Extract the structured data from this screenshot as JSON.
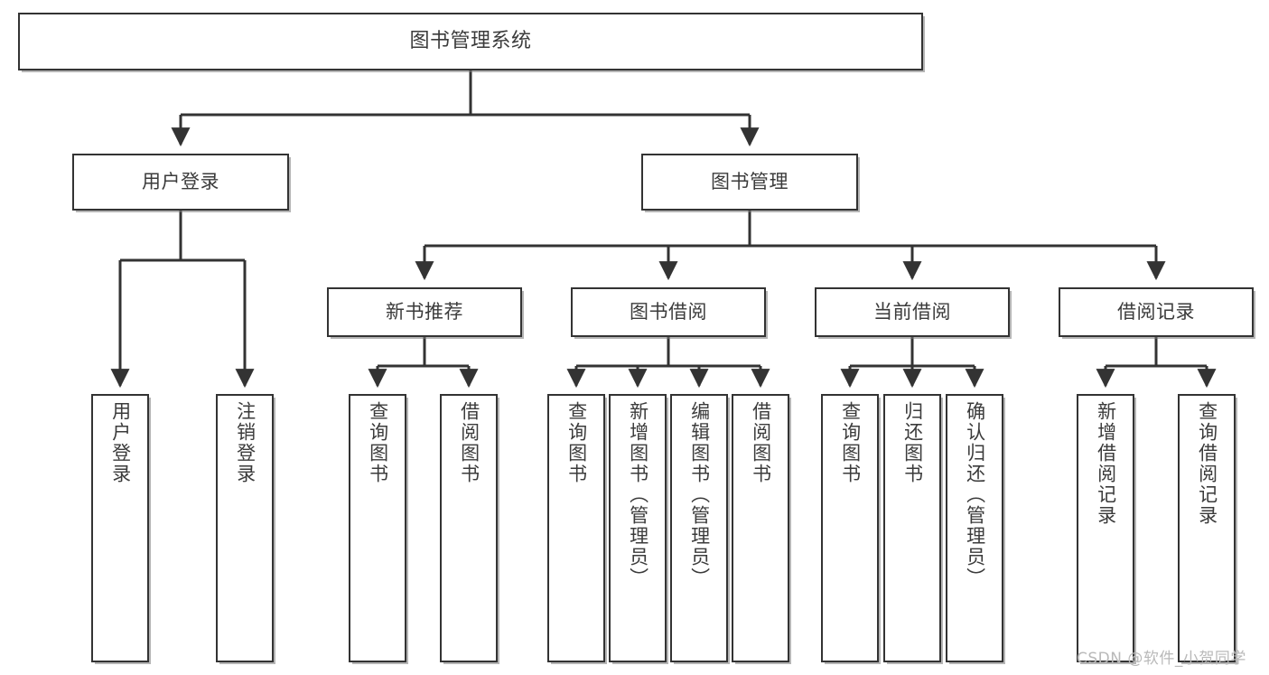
{
  "diagram": {
    "title": "图书管理系统",
    "type": "tree-hierarchy",
    "root": {
      "label": "图书管理系统"
    },
    "level2": [
      {
        "label": "用户登录"
      },
      {
        "label": "图书管理"
      }
    ],
    "level3": [
      {
        "label": "新书推荐"
      },
      {
        "label": "图书借阅"
      },
      {
        "label": "当前借阅"
      },
      {
        "label": "借阅记录"
      }
    ],
    "leaves": {
      "user_login": [
        {
          "label": "用户登录"
        },
        {
          "label": "注销登录"
        }
      ],
      "new_book_recommend": [
        {
          "label": "查询图书"
        },
        {
          "label": "借阅图书"
        }
      ],
      "book_borrow": [
        {
          "label": "查询图书"
        },
        {
          "label": "新增图书（管理员）"
        },
        {
          "label": "编辑图书（管理员）"
        },
        {
          "label": "借阅图书"
        }
      ],
      "current_borrow": [
        {
          "label": "查询图书"
        },
        {
          "label": "归还图书"
        },
        {
          "label": "确认归还（管理员）"
        }
      ],
      "borrow_records": [
        {
          "label": "新增借阅记录"
        },
        {
          "label": "查询借阅记录"
        }
      ]
    }
  },
  "watermark": {
    "text": "CSDN @软件_小贺同学"
  },
  "colors": {
    "border": "#333333",
    "text": "#3b3b3b",
    "background": "#ffffff",
    "watermark": "#b9b9b9"
  }
}
